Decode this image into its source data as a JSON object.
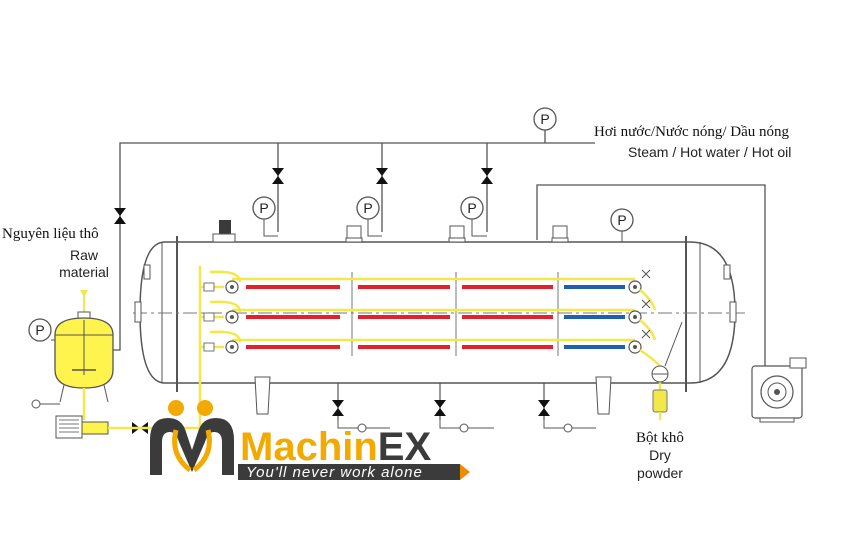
{
  "labels": {
    "supply_vn": "Hơi nước/Nước nóng/ Dầu nóng",
    "supply_en": "Steam / Hot water / Hot oil",
    "raw_vn": "Nguyên liệu thô",
    "raw_en_1": "Raw",
    "raw_en_2": "material",
    "dry_vn": "Bột khô",
    "dry_en_1": "Dry",
    "dry_en_2": "powder"
  },
  "gauge_symbol": "P",
  "logo": {
    "brand_a": "Machin",
    "brand_b": "EX",
    "tagline": "You'll never work alone",
    "colors": {
      "gold": "#f2a900",
      "dark": "#3b3b3b",
      "orange": "#f08a00"
    }
  },
  "colors": {
    "line": "#555555",
    "tube_yellow": "#f3e84a",
    "hot_red": "#e5202a",
    "cold_blue": "#1f5fb0",
    "vessel_yellow": "#fff34d"
  }
}
